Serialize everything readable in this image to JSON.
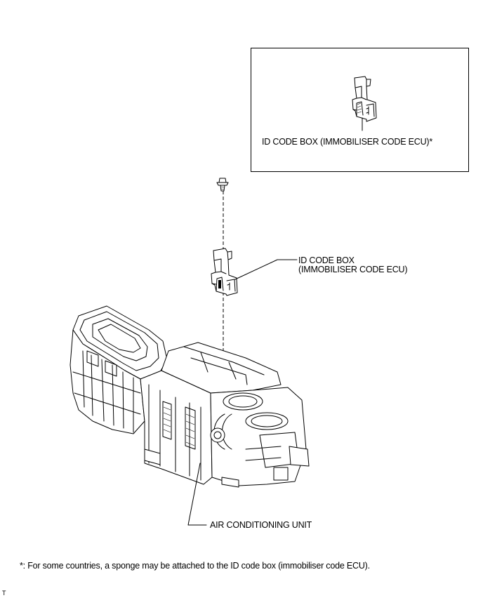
{
  "labels": {
    "inset_part": "ID CODE BOX (IMMOBILISER CODE ECU)*",
    "main_part_line1": "ID CODE BOX",
    "main_part_line2": "(IMMOBILISER CODE ECU)",
    "unit": "AIR CONDITIONING UNIT"
  },
  "footnote": "*: For some countries, a sponge may be attached to the ID code box (immobiliser code ECU).",
  "corner_mark": "T"
}
